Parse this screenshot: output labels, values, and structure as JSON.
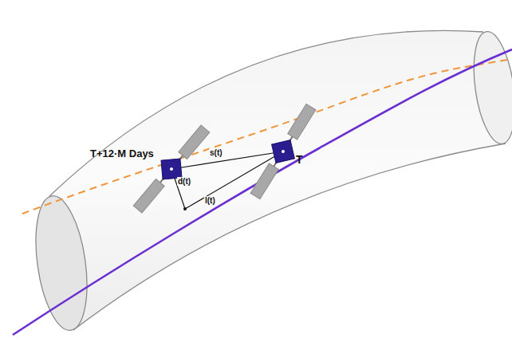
{
  "diagram": {
    "labels": [
      "T+12·M Days",
      "s(t)",
      "d(t)",
      "l(t)",
      "T"
    ]
  }
}
